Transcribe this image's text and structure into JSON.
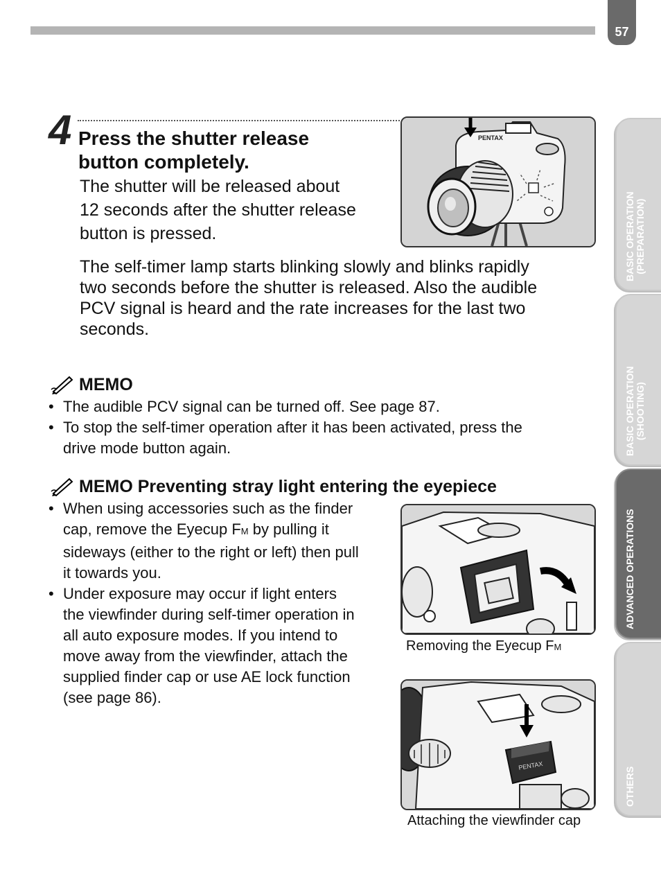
{
  "page_number": "57",
  "step": {
    "number": "4",
    "title_line1": "Press the shutter release",
    "title_line2": "button completely.",
    "text_line1": "The shutter will be released about",
    "text_line2": "12 seconds after the shutter release",
    "text_line3": "button is pressed.",
    "text2_line1": "The self-timer lamp starts blinking slowly and blinks rapidly",
    "text2_line2": "two seconds before the shutter is released. Also the audible",
    "text2_line3": "PCV signal is heard and the rate increases for the last two",
    "text2_line4": "seconds."
  },
  "memo1": {
    "heading": "MEMO",
    "bullets": [
      "The audible PCV signal can be turned off. See page 87.",
      "To stop the self-timer operation after it has been activated, press the",
      "drive mode button again."
    ]
  },
  "memo2": {
    "heading": "MEMO Preventing stray light entering the eyepiece",
    "b1_l1": "When using accessories such as the finder",
    "b1_l2a": "cap, remove the Eyecup F",
    "b1_l2sub": "M",
    "b1_l2b": " by pulling it",
    "b1_l3": "sideways (either to the right or left) then pull",
    "b1_l4": "it towards you.",
    "b2_l1": "Under exposure may occur if light enters",
    "b2_l2": "the viewfinder during self-timer operation in",
    "b2_l3": "all auto exposure modes. If you intend to",
    "b2_l4": "move away from the viewfinder, attach the",
    "b2_l5": "supplied finder cap or use AE lock function",
    "b2_l6": "(see page 86)."
  },
  "figures": {
    "camera_brand": "PENTAX",
    "caption1_main": "Removing the Eyecup F",
    "caption1_sub": "M",
    "cap_brand": "PENTAX",
    "caption2": "Attaching the viewfinder cap"
  },
  "side_tabs": [
    {
      "label": "BASIC OPERATION\n(PREPARATION)",
      "active": false
    },
    {
      "label": "BASIC OPERATION\n(SHOOTING)",
      "active": false
    },
    {
      "label": "ADVANCED OPERATIONS",
      "active": true
    },
    {
      "label": "OTHERS",
      "active": false
    }
  ]
}
